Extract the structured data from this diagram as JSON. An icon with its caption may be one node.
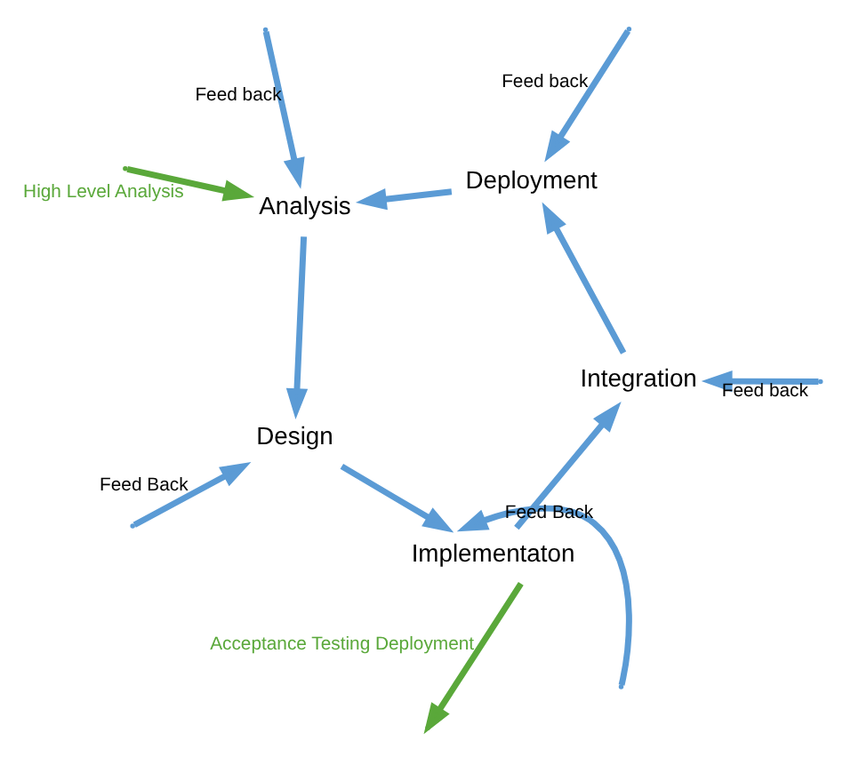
{
  "diagram": {
    "nodes": [
      {
        "text": [
          "Analysis"
        ]
      },
      {
        "text": [
          "Design"
        ]
      },
      {
        "text": [
          "Implementaton"
        ]
      },
      {
        "text": [
          "Integration"
        ]
      },
      {
        "text": [
          "Deployment"
        ]
      }
    ],
    "edges": [
      {
        "from": 0,
        "to": 1,
        "arrow": "to"
      },
      {
        "from": 1,
        "to": 2,
        "arrow": "to"
      },
      {
        "from": 2,
        "to": 3,
        "arrow": "to"
      },
      {
        "from": 3,
        "to": 4,
        "arrow": "to"
      },
      {
        "from": 4,
        "to": 0,
        "arrow": "to"
      },
      {
        "from": null,
        "to": 0,
        "arrow": "to",
        "label": "Feed back"
      },
      {
        "from": null,
        "to": 1,
        "arrow": "to",
        "label": "Feed Back"
      },
      {
        "from": null,
        "to": 2,
        "arrow": "to",
        "label": "Feed Back"
      },
      {
        "from": null,
        "to": 3,
        "arrow": "to",
        "label": "Feed back"
      },
      {
        "from": null,
        "to": 4,
        "arrow": "to",
        "label": "Feed back"
      },
      {
        "from": null,
        "to": 0,
        "arrow": "to",
        "label": "High Level Analysis",
        "color": "#5aa83a"
      },
      {
        "from": 2,
        "to": null,
        "arrow": "to",
        "label": "Acceptance Testing Deployment",
        "color": "#5aa83a"
      }
    ]
  }
}
